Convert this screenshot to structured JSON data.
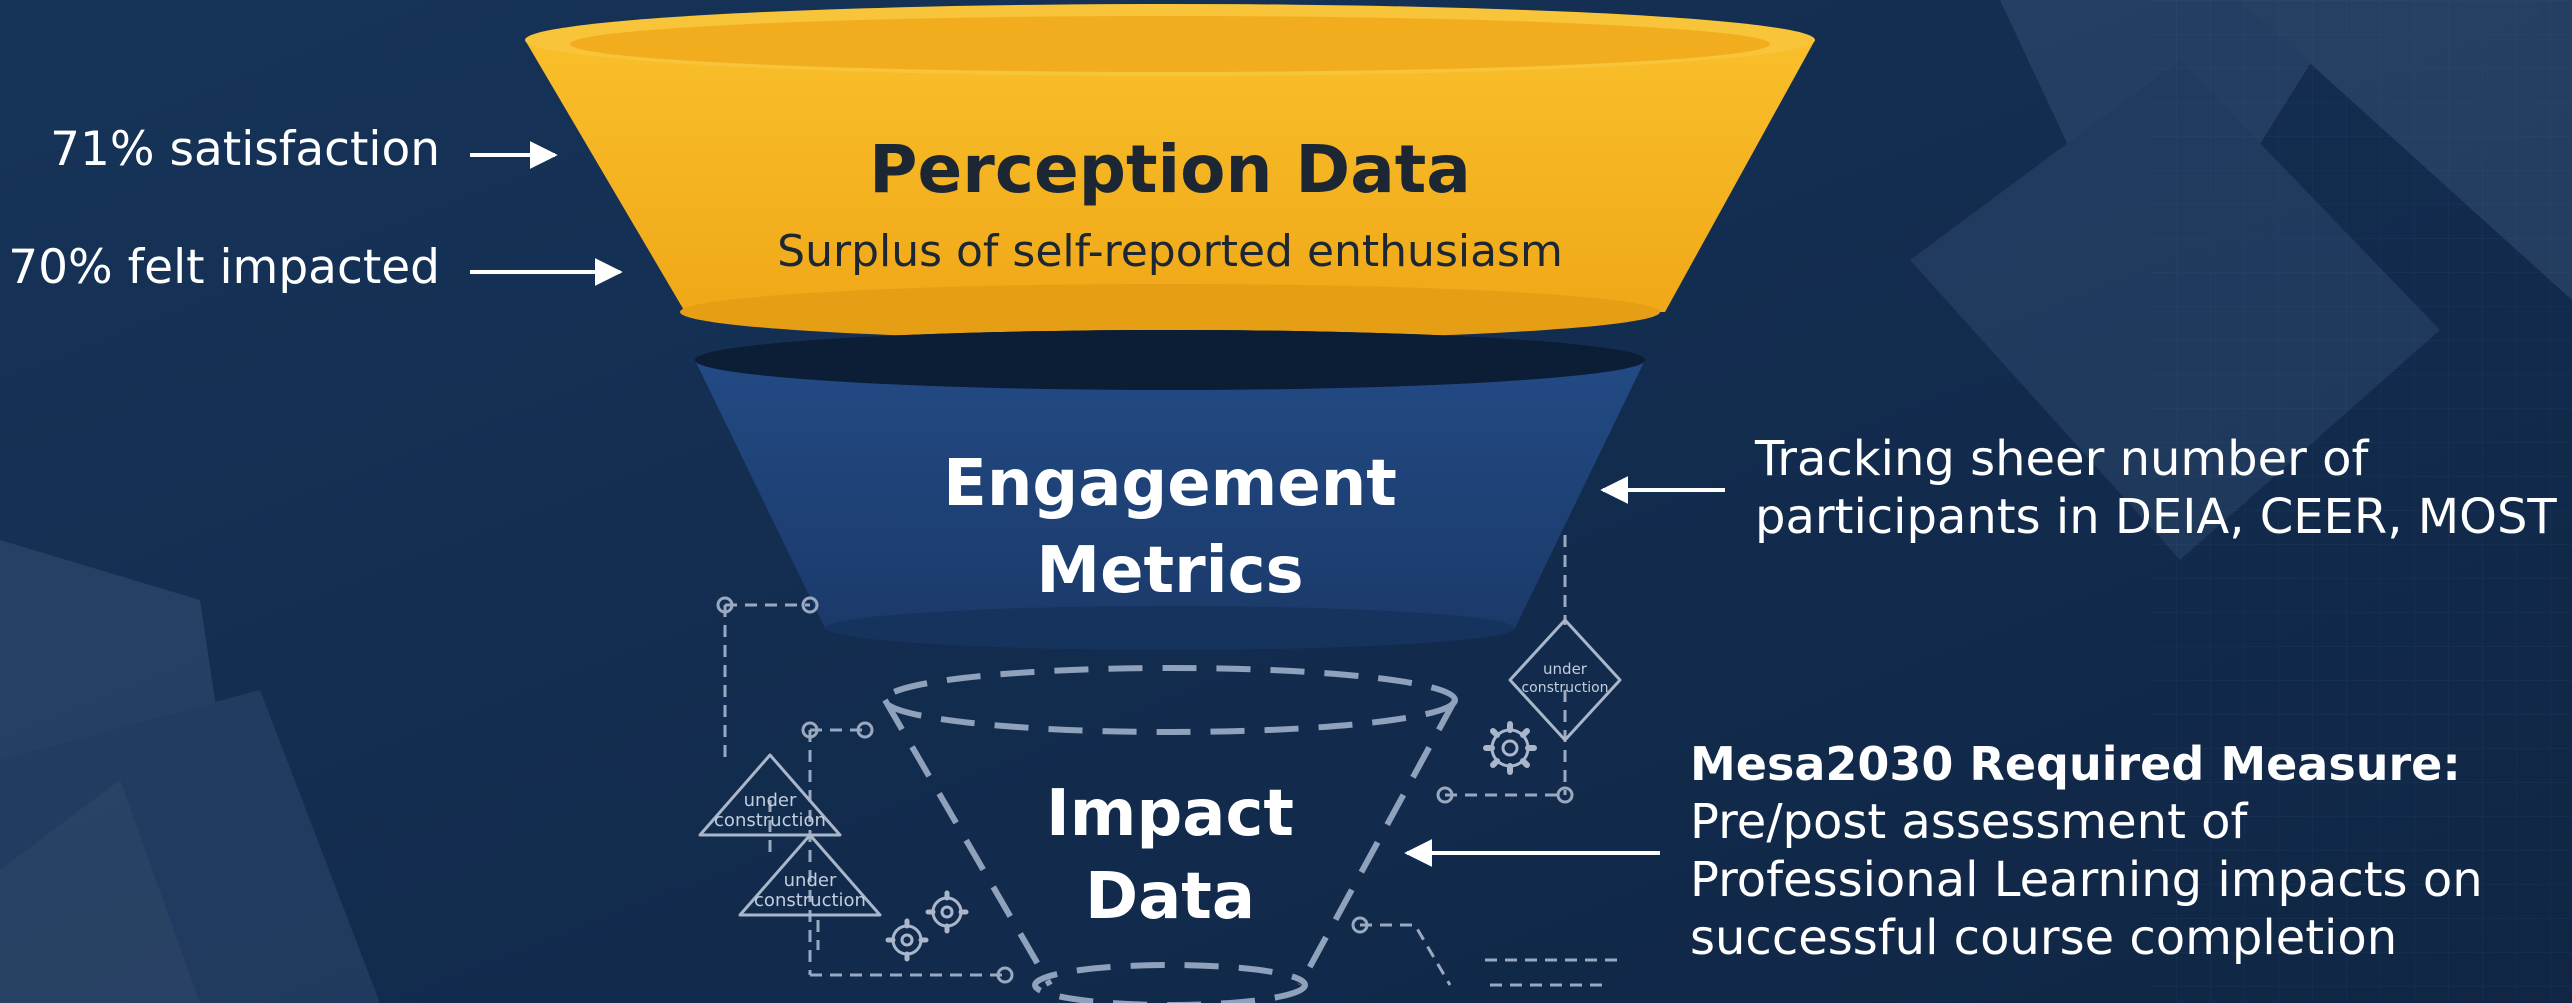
{
  "colors": {
    "background": "#132d50",
    "perception_fill": "#f6b41e",
    "engagement_fill": "#1e4076",
    "text": "#ffffff",
    "dark_text": "#1c2733",
    "sketch_lines": "#9aa9bf"
  },
  "funnel": {
    "perception": {
      "title": "Perception Data",
      "subtitle": "Surplus of self-reported enthusiasm"
    },
    "engagement": {
      "title_line1": "Engagement",
      "title_line2": "Metrics"
    },
    "impact": {
      "title_line1": "Impact",
      "title_line2": "Data"
    }
  },
  "left_stats": [
    {
      "label": "71% satisfaction"
    },
    {
      "label": "70% felt impacted"
    }
  ],
  "engagement_note": {
    "line1": "Tracking sheer number of",
    "line2": "participants in DEIA, CEER, MOST"
  },
  "impact_note": {
    "heading": "Mesa2030 Required Measure:",
    "line1": "Pre/post assessment of",
    "line2": "Professional Learning impacts on",
    "line3": "successful course completion"
  },
  "construction_signs": [
    {
      "line1": "under",
      "line2": "construction"
    },
    {
      "line1": "under",
      "line2": "construction"
    },
    {
      "line1": "under",
      "line2": "construction"
    }
  ],
  "icons": [
    "arrow-right-icon",
    "arrow-left-icon",
    "gear-icon",
    "under-construction-sign-icon"
  ]
}
